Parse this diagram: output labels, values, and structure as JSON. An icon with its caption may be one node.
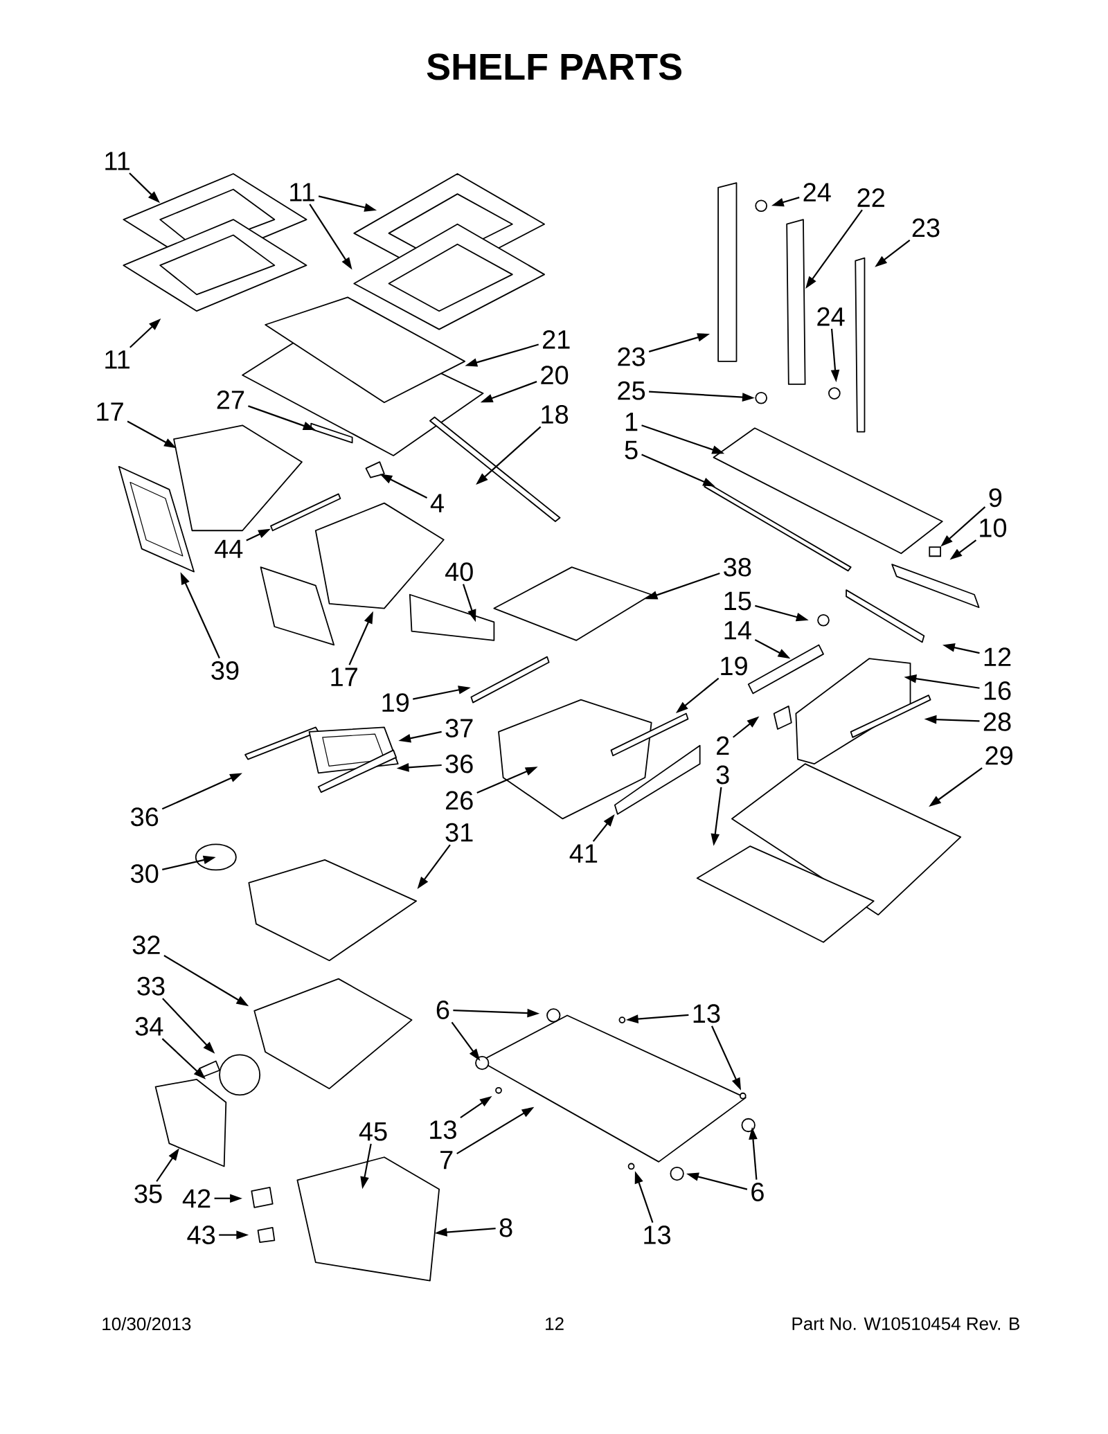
{
  "diagram": {
    "title": "SHELF PARTS",
    "nodes": [
      {
        "text": [
          "11"
        ]
      },
      {
        "text": [
          "11"
        ]
      },
      {
        "text": [
          "11"
        ]
      },
      {
        "text": [
          "21"
        ]
      },
      {
        "text": [
          "20"
        ]
      },
      {
        "text": [
          "17"
        ]
      },
      {
        "text": [
          "27"
        ]
      },
      {
        "text": [
          "18"
        ]
      },
      {
        "text": [
          "4"
        ]
      },
      {
        "text": [
          "44"
        ]
      },
      {
        "text": [
          "39"
        ]
      },
      {
        "text": [
          "17"
        ]
      },
      {
        "text": [
          "40"
        ]
      },
      {
        "text": [
          "38"
        ]
      },
      {
        "text": [
          "19"
        ]
      },
      {
        "text": [
          "37"
        ]
      },
      {
        "text": [
          "36"
        ]
      },
      {
        "text": [
          "36"
        ]
      },
      {
        "text": [
          "26"
        ]
      },
      {
        "text": [
          "19"
        ]
      },
      {
        "text": [
          "41"
        ]
      },
      {
        "text": [
          "30"
        ]
      },
      {
        "text": [
          "31"
        ]
      },
      {
        "text": [
          "32"
        ]
      },
      {
        "text": [
          "33"
        ]
      },
      {
        "text": [
          "34"
        ]
      },
      {
        "text": [
          "35"
        ]
      },
      {
        "text": [
          "42"
        ]
      },
      {
        "text": [
          "43"
        ]
      },
      {
        "text": [
          "45"
        ]
      },
      {
        "text": [
          "8"
        ]
      },
      {
        "text": [
          "6"
        ]
      },
      {
        "text": [
          "13"
        ]
      },
      {
        "text": [
          "13"
        ]
      },
      {
        "text": [
          "7"
        ]
      },
      {
        "text": [
          "6"
        ]
      },
      {
        "text": [
          "13"
        ]
      },
      {
        "text": [
          "24"
        ]
      },
      {
        "text": [
          "22"
        ]
      },
      {
        "text": [
          "23"
        ]
      },
      {
        "text": [
          "23"
        ]
      },
      {
        "text": [
          "24"
        ]
      },
      {
        "text": [
          "25"
        ]
      },
      {
        "text": [
          "1"
        ]
      },
      {
        "text": [
          "5"
        ]
      },
      {
        "text": [
          "9"
        ]
      },
      {
        "text": [
          "10"
        ]
      },
      {
        "text": [
          "15"
        ]
      },
      {
        "text": [
          "14"
        ]
      },
      {
        "text": [
          "12"
        ]
      },
      {
        "text": [
          "16"
        ]
      },
      {
        "text": [
          "28"
        ]
      },
      {
        "text": [
          "2"
        ]
      },
      {
        "text": [
          "3"
        ]
      },
      {
        "text": [
          "29"
        ]
      },
      {
        "text": [],
        "shape": "picture"
      },
      {
        "text": [],
        "shape": "bar"
      },
      {
        "text": [],
        "shape": "picture"
      },
      {
        "text": [],
        "shape": "bar"
      },
      {
        "text": [],
        "shape": "bar"
      },
      {
        "text": [],
        "shape": "box"
      },
      {
        "text": [],
        "shape": "bar"
      }
    ],
    "edges": [
      {
        "from": 0,
        "to": null,
        "arrow": "to"
      },
      {
        "from": 1,
        "to": null,
        "arrow": "to"
      },
      {
        "from": 1,
        "to": null,
        "arrow": "to"
      },
      {
        "from": 2,
        "to": null,
        "arrow": "to"
      },
      {
        "from": 3,
        "to": null,
        "arrow": "to"
      },
      {
        "from": 4,
        "to": null,
        "arrow": "to"
      },
      {
        "from": 5,
        "to": null,
        "arrow": "to"
      },
      {
        "from": 6,
        "to": null,
        "arrow": "to"
      },
      {
        "from": 7,
        "to": null,
        "arrow": "to"
      },
      {
        "from": 8,
        "to": null,
        "arrow": "to"
      },
      {
        "from": 9,
        "to": null,
        "arrow": "to"
      },
      {
        "from": 10,
        "to": 55,
        "arrow": "to"
      },
      {
        "from": 11,
        "to": null,
        "arrow": "to"
      },
      {
        "from": 12,
        "to": null,
        "arrow": "to"
      },
      {
        "from": 13,
        "to": null,
        "arrow": "to"
      },
      {
        "from": 14,
        "to": 56,
        "arrow": "to"
      },
      {
        "from": 15,
        "to": 57,
        "arrow": "to"
      },
      {
        "from": 16,
        "to": 61,
        "arrow": "to"
      },
      {
        "from": 17,
        "to": null,
        "arrow": "to"
      },
      {
        "from": 18,
        "to": null,
        "arrow": "to"
      },
      {
        "from": 19,
        "to": 58,
        "arrow": "to"
      },
      {
        "from": 20,
        "to": null,
        "arrow": "to"
      },
      {
        "from": 21,
        "to": null,
        "arrow": "to"
      },
      {
        "from": 22,
        "to": null,
        "arrow": "to"
      },
      {
        "from": 23,
        "to": null,
        "arrow": "to"
      },
      {
        "from": 24,
        "to": null,
        "arrow": "to"
      },
      {
        "from": 25,
        "to": null,
        "arrow": "to"
      },
      {
        "from": 26,
        "to": null,
        "arrow": "to"
      },
      {
        "from": 27,
        "to": null,
        "arrow": "to"
      },
      {
        "from": 28,
        "to": null,
        "arrow": "to"
      },
      {
        "from": 29,
        "to": null,
        "arrow": "to"
      },
      {
        "from": 30,
        "to": null,
        "arrow": "to"
      },
      {
        "from": 31,
        "to": null,
        "arrow": "to"
      },
      {
        "from": 31,
        "to": null,
        "arrow": "to"
      },
      {
        "from": 32,
        "to": null,
        "arrow": "to"
      },
      {
        "from": 32,
        "to": null,
        "arrow": "to"
      },
      {
        "from": 33,
        "to": null,
        "arrow": "to"
      },
      {
        "from": 34,
        "to": null,
        "arrow": "to"
      },
      {
        "from": 35,
        "to": null,
        "arrow": "to"
      },
      {
        "from": 35,
        "to": null,
        "arrow": "to"
      },
      {
        "from": 36,
        "to": null,
        "arrow": "to"
      },
      {
        "from": 37,
        "to": null,
        "arrow": "to"
      },
      {
        "from": 38,
        "to": 59,
        "arrow": "to"
      },
      {
        "from": 39,
        "to": null,
        "arrow": "to"
      },
      {
        "from": 40,
        "to": null,
        "arrow": "to"
      },
      {
        "from": 41,
        "to": null,
        "arrow": "to"
      },
      {
        "from": 42,
        "to": null,
        "arrow": "to"
      },
      {
        "from": 43,
        "to": null,
        "arrow": "to"
      },
      {
        "from": 44,
        "to": null,
        "arrow": "to"
      },
      {
        "from": 45,
        "to": 60,
        "arrow": "to"
      },
      {
        "from": 46,
        "to": null,
        "arrow": "to"
      },
      {
        "from": 47,
        "to": null,
        "arrow": "to"
      },
      {
        "from": 48,
        "to": null,
        "arrow": "to"
      },
      {
        "from": 49,
        "to": null,
        "arrow": "to"
      },
      {
        "from": 50,
        "to": null,
        "arrow": "to"
      },
      {
        "from": 51,
        "to": null,
        "arrow": "to"
      },
      {
        "from": 52,
        "to": null,
        "arrow": "to"
      },
      {
        "from": 53,
        "to": null,
        "arrow": "to"
      },
      {
        "from": 54,
        "to": null,
        "arrow": "to"
      }
    ],
    "labels": [
      "10/30/2013",
      "12",
      "Part No.  W10510454  Rev.  B"
    ]
  }
}
